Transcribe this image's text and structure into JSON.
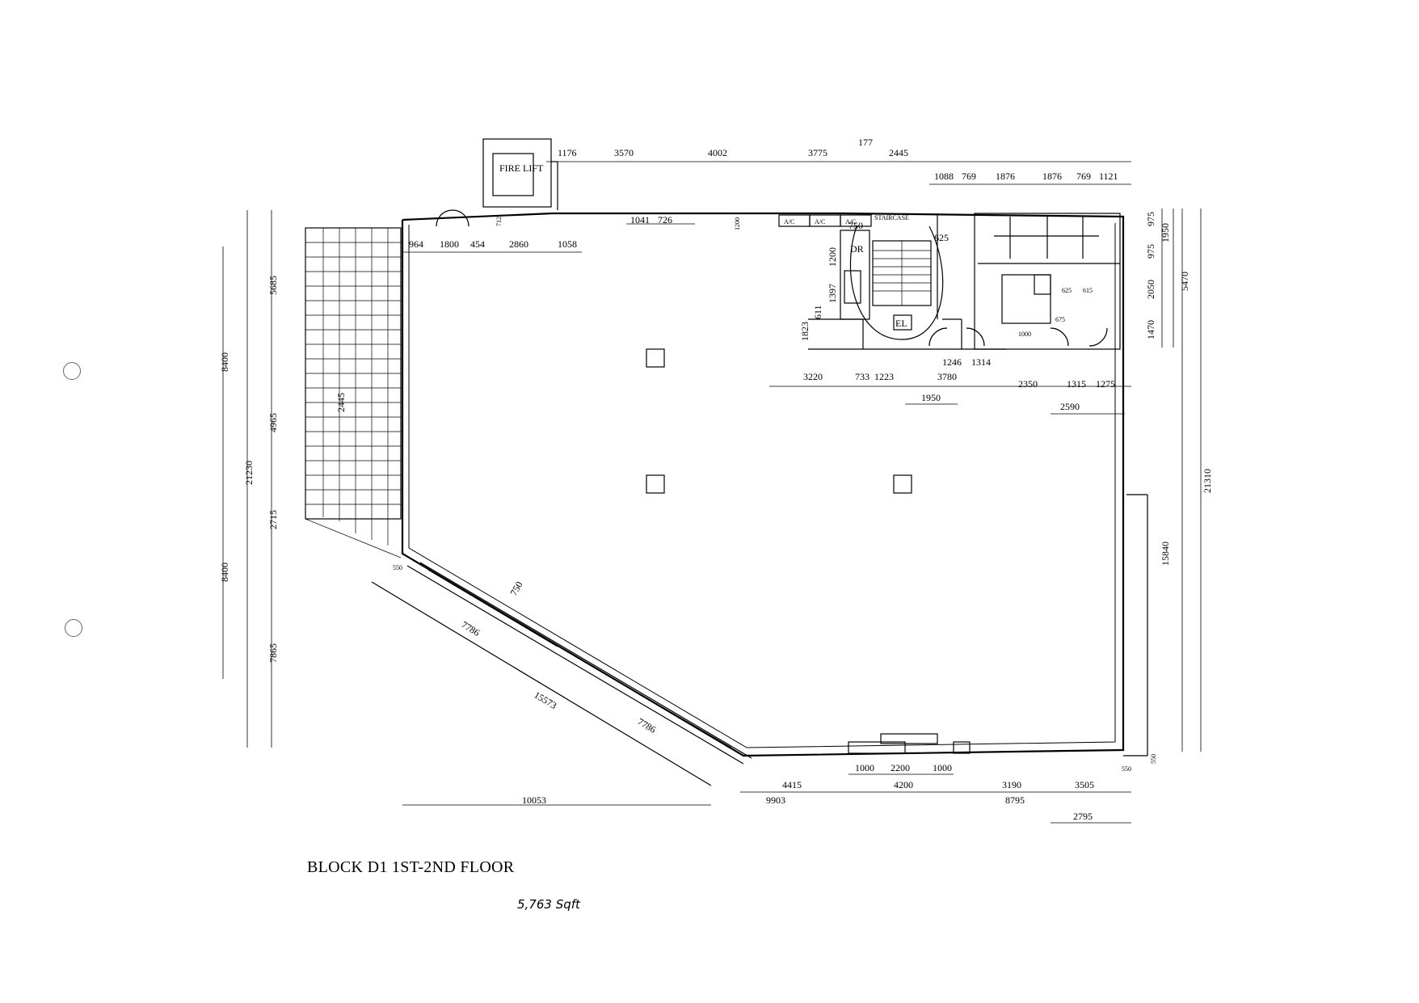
{
  "title": "BLOCK D1 1ST-2ND FLOOR",
  "area_note": "5,763 Sqft",
  "room_labels": {
    "fire_lift": "FIRE LIFT",
    "dr": "DR",
    "el": "EL",
    "staircase": "STAIRCASE",
    "az1": "A/C",
    "az2": "A/C",
    "az3": "A/C"
  },
  "dims": {
    "top": [
      "1176",
      "3570",
      "4002",
      "3775",
      "177",
      "2445"
    ],
    "top_right": [
      "1088",
      "769",
      "1876",
      "1876",
      "769",
      "1121"
    ],
    "upper_row": [
      "964",
      "1800",
      "454",
      "2860",
      "1058",
      "1041",
      "726",
      "750"
    ],
    "left_vertical": [
      "8400",
      "8400",
      "21230",
      "5685",
      "4965",
      "2715",
      "7865",
      "2445"
    ],
    "right_vertical": [
      "975",
      "975",
      "1950",
      "5470",
      "2050",
      "1470",
      "21310",
      "15840",
      "550"
    ],
    "core": [
      "1200",
      "1397",
      "1823",
      "611",
      "625",
      "3220",
      "733",
      "1223",
      "1246",
      "3780",
      "1314",
      "1950",
      "2350",
      "1315",
      "1275",
      "2590",
      "625",
      "615",
      "675",
      "1000",
      "712",
      "1200"
    ],
    "diagonal": [
      "7786",
      "15573",
      "7786",
      "750",
      "550"
    ],
    "bottom": [
      "1000",
      "2200",
      "1000",
      "4415",
      "4200",
      "3190",
      "3505",
      "550",
      "9903",
      "8795",
      "10053",
      "2795"
    ]
  }
}
